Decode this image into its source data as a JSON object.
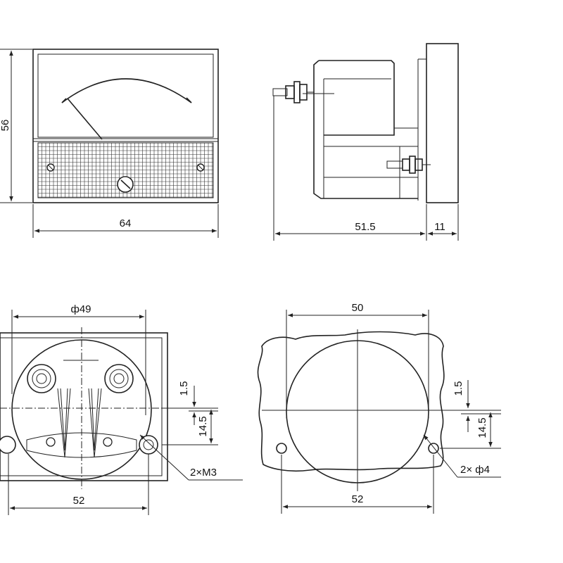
{
  "front_view": {
    "height_dim": "56",
    "width_dim": "64"
  },
  "side_view": {
    "depth_dim": "51.5",
    "flange_dim": "11"
  },
  "rear_view": {
    "diameter_dim": "ф49",
    "offset_dim": "1.5",
    "center_dim": "14.5",
    "hole_dim": "2×M3",
    "spacing_dim": "52"
  },
  "cutout_view": {
    "width_dim": "50",
    "offset_dim": "1.5",
    "center_dim": "14.5",
    "hole_dim": "2× ф4",
    "spacing_dim": "52"
  }
}
